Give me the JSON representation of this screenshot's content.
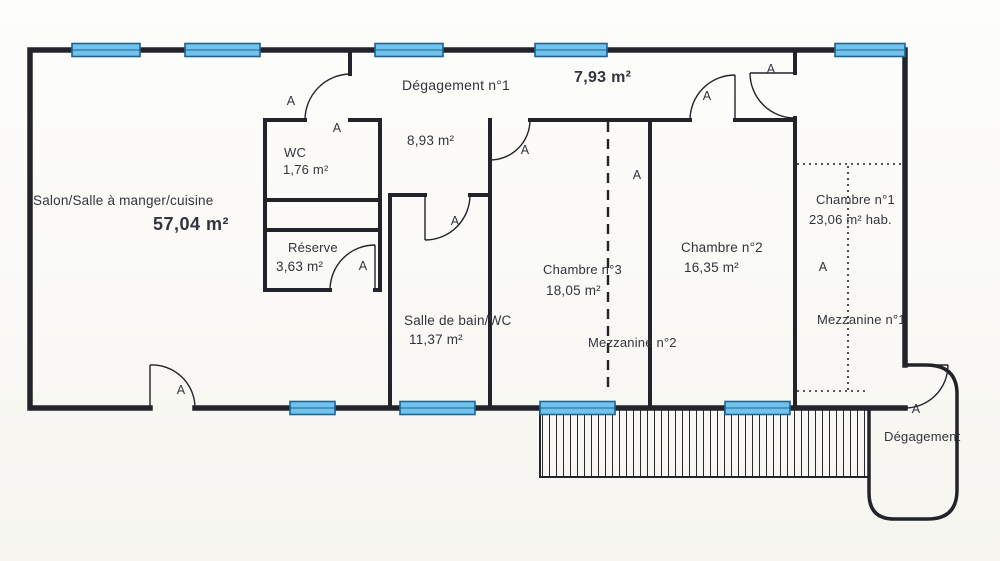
{
  "document": {
    "type": "apartment floor plan (scanned)"
  },
  "colors": {
    "paper": "#fbfaf7",
    "wall": "#23232b",
    "ink": "#33333d",
    "window_fill": "#6fc3ec",
    "window_border": "#1f6390"
  },
  "door_label": "A",
  "rooms": {
    "salon": {
      "name": "Salon/Salle à manger/cuisine",
      "area": "57,04 m²"
    },
    "degagement1": {
      "name": "Dégagement n°1",
      "area": "7,93 m²",
      "area_secondary": "8,93 m²"
    },
    "wc": {
      "name": "WC",
      "area": "1,76 m²"
    },
    "reserve": {
      "name": "Réserve",
      "area": "3,63 m²"
    },
    "salle_de_bain": {
      "name": "Salle de bain/WC",
      "area": "11,37 m²"
    },
    "chambre3": {
      "name": "Chambre n°3",
      "area": "18,05 m²"
    },
    "mezzanine2": {
      "name": "Mezzanine n°2"
    },
    "chambre2": {
      "name": "Chambre n°2",
      "area": "16,35 m²"
    },
    "chambre1": {
      "name": "Chambre n°1",
      "area": "23,06 m² hab."
    },
    "mezzanine1": {
      "name": "Mezzanine n°1"
    },
    "degagement2": {
      "name": "Dégagement"
    }
  }
}
